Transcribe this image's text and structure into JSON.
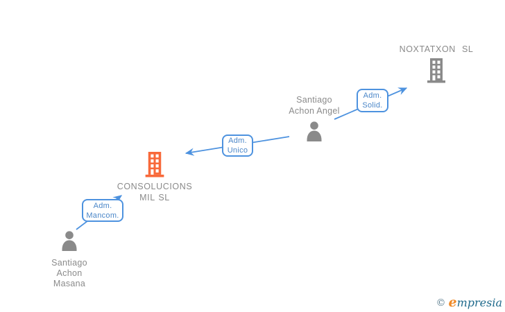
{
  "nodes": {
    "noxtatxon": {
      "type": "company",
      "label": "NOXTATXON SL"
    },
    "santiago_angel": {
      "type": "person",
      "name_lines": [
        "Santiago",
        "Achon Angel"
      ]
    },
    "consolucions": {
      "type": "company",
      "name_lines": [
        "CONSOLUCIONS",
        "MIL SL"
      ]
    },
    "santiago_masana": {
      "type": "person",
      "name_lines": [
        "Santiago",
        "Achon",
        "Masana"
      ]
    }
  },
  "edges": [
    {
      "from": "Santiago Achon Angel",
      "to": "NOXTATXON SL",
      "label_lines": [
        "Adm.",
        "Solid."
      ]
    },
    {
      "from": "Santiago Achon Angel",
      "to": "CONSOLUCIONS MIL SL",
      "label_lines": [
        "Adm.",
        "Unico"
      ]
    },
    {
      "from": "Santiago Achon Masana",
      "to": "CONSOLUCIONS MIL SL",
      "label_lines": [
        "Adm.",
        "Mancom."
      ]
    }
  ],
  "colors": {
    "arrow_blue": "#4D92DF",
    "label_text_blue": "#4A86C8",
    "company_orange": "#F8693A",
    "neutral_gray": "#8A8A8A",
    "logo_orange": "#EF8A28",
    "logo_teal": "#1F6A8C"
  },
  "logo": {
    "copyright": "©",
    "brand_first_letter": "e",
    "brand_rest": "mpresia"
  }
}
